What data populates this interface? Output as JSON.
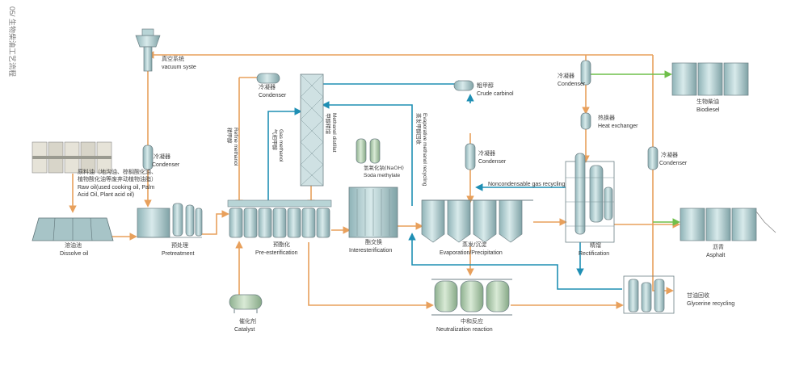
{
  "side_label": "05/ 生物柴油工艺流程",
  "colors": {
    "orange": "#e8a05c",
    "blue": "#1f8fb4",
    "green": "#6fbf4a",
    "equipment": "#b8d4d6",
    "equipment_dark": "#7fa9ae",
    "steel": "#6c7f84"
  },
  "labels": {
    "vacuum_cn": "真空系统",
    "vacuum_en": "vacuum syste",
    "condenser_top_cn": "冷凝器",
    "condenser_top_en": "Condenser",
    "crude_cn": "粗甲醇",
    "crude_en": "Crude carbinol",
    "condenser_mid_cn": "冷凝器",
    "condenser_mid_en": "Condenser",
    "condenser_right_cn": "冷凝器",
    "condenser_right_en": "Condenser",
    "heat_cn": "热换器",
    "heat_en": "Heat exchanger",
    "condenser_rr_cn": "冷凝器",
    "condenser_rr_en": "Condenser",
    "biodiesel_cn": "生物柴油",
    "biodiesel_en": "Biodiesel",
    "condenser_left_cn": "冷凝器",
    "condenser_left_en": "Condenser",
    "raw_cn1": "原料油（地沟油、棕榈酸化油、",
    "raw_cn2": "植物酸化油等废弃动植物油脂）",
    "raw_en1": "Raw oil(used cooking oil, Palm",
    "raw_en2": "Acid Oil, Plant acid oil)",
    "soda_cn": "氢氧化钠(NaOH)",
    "soda_en": "Soda methylate",
    "noncondensable_en": "Noncondensable gas recycling",
    "dissolve_cn": "溶油池",
    "dissolve_en": "Dissolve oil",
    "pretreat_cn": "预处理",
    "pretreat_en": "Pretreatment",
    "preester_cn": "预酯化",
    "preester_en": "Pre-esterification",
    "interester_cn": "酯交换",
    "interester_en": "Interesterification",
    "evap_cn": "蒸发/沉淀",
    "evap_en": "Evaporation/Precipitation",
    "rect_cn": "精馏",
    "rect_en": "Rectification",
    "asphalt_cn": "沥青",
    "asphalt_en": "Asphalt",
    "catalyst_cn": "催化剂",
    "catalyst_en": "Catalyst",
    "neutral_cn": "中和反应",
    "neutral_en": "Neutralization reaction",
    "glycerine_cn": "甘油回收",
    "glycerine_en": "Glycerine recycling",
    "refine_cn": "精甲醇",
    "refine_en": "Refine methanol",
    "gasmeth_cn": "气相甲醇",
    "gasmeth_en": "Gas methanol",
    "methdist_cn": "甲醇精馏",
    "methdist_en": "Methanol distillat",
    "evapmeth_cn": "蒸发甲醇回收",
    "evapmeth_en": "Evaporative methanol recycling"
  }
}
